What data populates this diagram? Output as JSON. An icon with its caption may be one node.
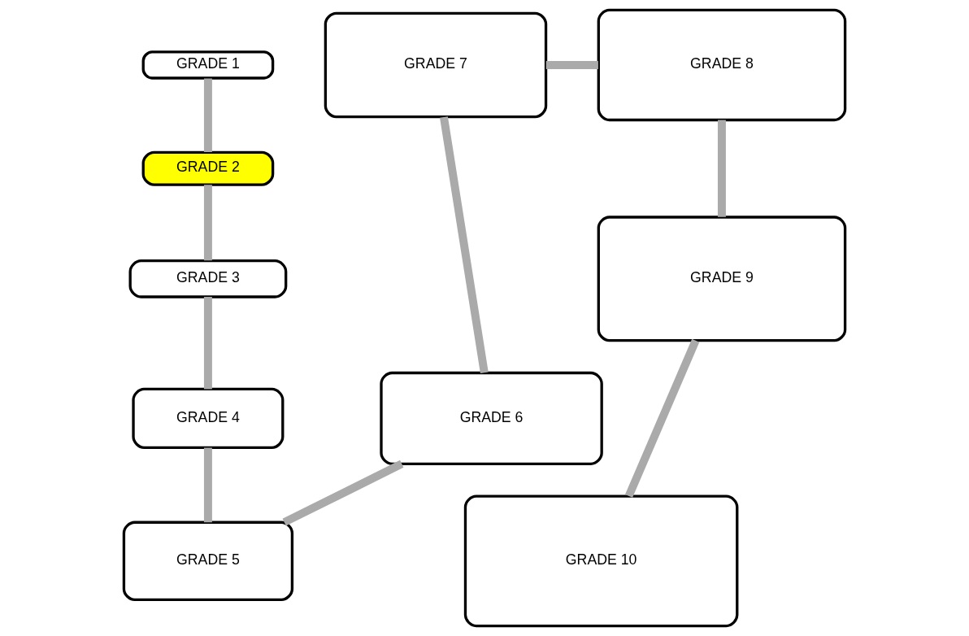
{
  "diagram": {
    "nodes": [
      {
        "text": [
          "GRADE 1"
        ]
      },
      {
        "text": [
          "GRADE 2"
        ]
      },
      {
        "text": [
          "GRADE 3"
        ]
      },
      {
        "text": [
          "GRADE 4"
        ]
      },
      {
        "text": [
          "GRADE 5"
        ]
      },
      {
        "text": [
          "GRADE 6"
        ]
      },
      {
        "text": [
          "GRADE 7"
        ]
      },
      {
        "text": [
          "GRADE 8"
        ]
      },
      {
        "text": [
          "GRADE 9"
        ]
      },
      {
        "text": [
          "GRADE 10"
        ]
      }
    ],
    "edges": [
      {
        "from": 0,
        "to": 1,
        "arrow": "none"
      },
      {
        "from": 1,
        "to": 2,
        "arrow": "none"
      },
      {
        "from": 2,
        "to": 3,
        "arrow": "none"
      },
      {
        "from": 3,
        "to": 4,
        "arrow": "none"
      },
      {
        "from": 4,
        "to": 5,
        "arrow": "none"
      },
      {
        "from": 5,
        "to": 6,
        "arrow": "none"
      },
      {
        "from": 6,
        "to": 7,
        "arrow": "none"
      },
      {
        "from": 7,
        "to": 8,
        "arrow": "none"
      },
      {
        "from": 8,
        "to": 9,
        "arrow": "none"
      }
    ]
  }
}
